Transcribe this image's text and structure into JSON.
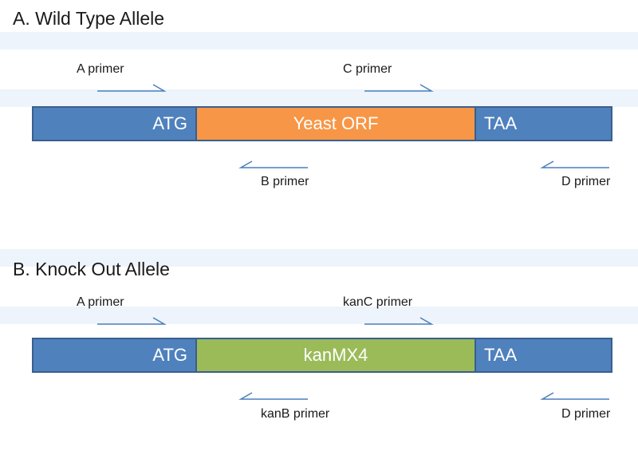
{
  "colors": {
    "flank": "#4f81bd",
    "yeast_orf": "#f79646",
    "kanmx4": "#9bbb59",
    "outline": "#3a5f8c",
    "arrow": "#4a7ebb"
  },
  "panel_a": {
    "title": "A. Wild Type Allele",
    "segments": {
      "start": "ATG",
      "middle": "Yeast ORF",
      "end": "TAA"
    },
    "primers": {
      "forward_1": "A primer",
      "forward_2": "C primer",
      "reverse_1": "B primer",
      "reverse_2": "D primer"
    }
  },
  "panel_b": {
    "title": "B. Knock Out Allele",
    "segments": {
      "start": "ATG",
      "middle": "kanMX4",
      "end": "TAA"
    },
    "primers": {
      "forward_1": "A primer",
      "forward_2": "kanC primer",
      "reverse_1": "kanB primer",
      "reverse_2": "D primer"
    }
  }
}
